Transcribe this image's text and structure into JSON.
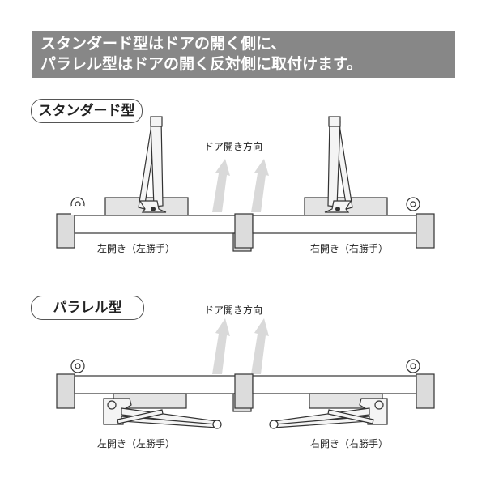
{
  "banner": {
    "line1": "スタンダード型はドアの開く側に、",
    "line2": "パラレル型はドアの開く反対側に取付けます。"
  },
  "standard": {
    "title": "スタンダード型",
    "direction_label": "ドア開き方向",
    "left_caption": "左開き（左勝手）",
    "right_caption": "右開き（右勝手）"
  },
  "parallel": {
    "title": "パラレル型",
    "direction_label": "ドア開き方向",
    "left_caption": "左開き（左勝手）",
    "right_caption": "右開き（右勝手）"
  },
  "colors": {
    "banner_bg": "#878787",
    "arrow": "#d9d9d9",
    "frame_fill": "#dddddd",
    "outline": "#333333"
  }
}
